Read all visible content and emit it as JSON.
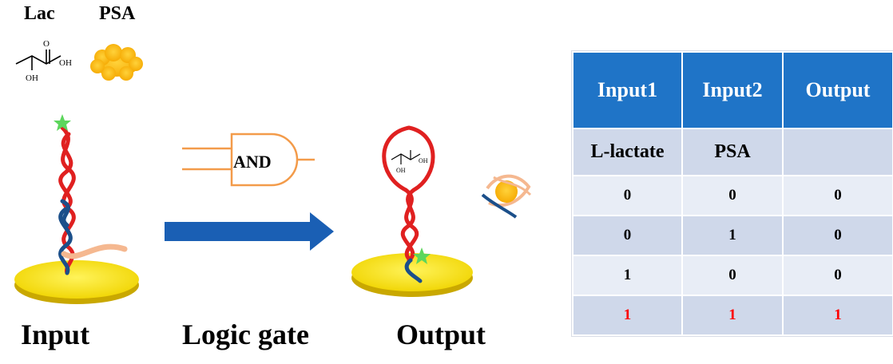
{
  "labels": {
    "lac": "Lac",
    "psa": "PSA"
  },
  "molecule": {
    "oh_top": "OH",
    "oh_bottom": "OH",
    "oh_small_right": "OH",
    "oh_small_bottom": "OH"
  },
  "gate": {
    "text": "AND"
  },
  "captions": {
    "input": "Input",
    "logic_gate": "Logic gate",
    "output": "Output"
  },
  "colors": {
    "header_blue": "#1f74c7",
    "arrow_blue": "#1a5fb4",
    "dna_red": "#e02020",
    "dna_blue": "#1b4f8a",
    "gold": "#ffe400",
    "psa_orange": "#f7b500",
    "star_green": "#5cd65c",
    "highlight_red": "#ff0000"
  },
  "table": {
    "headers": [
      "Input1",
      "Input2",
      "Output"
    ],
    "rows": [
      [
        "L-lactate",
        "PSA",
        ""
      ],
      [
        "0",
        "0",
        "0"
      ],
      [
        "0",
        "1",
        "0"
      ],
      [
        "1",
        "0",
        "0"
      ],
      [
        "1",
        "1",
        "1"
      ]
    ]
  }
}
